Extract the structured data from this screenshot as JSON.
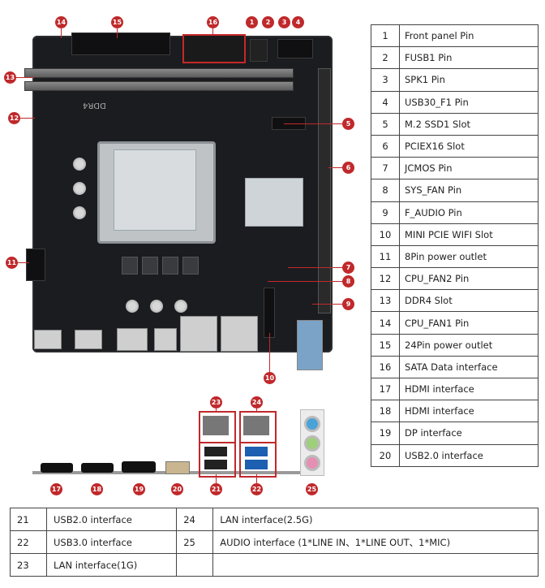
{
  "legend": [
    {
      "num": "1",
      "label": "Front panel Pin"
    },
    {
      "num": "2",
      "label": "FUSB1 Pin"
    },
    {
      "num": "3",
      "label": "SPK1 Pin"
    },
    {
      "num": "4",
      "label": "USB30_F1 Pin"
    },
    {
      "num": "5",
      "label": "M.2 SSD1 Slot"
    },
    {
      "num": "6",
      "label": "PCIEX16 Slot"
    },
    {
      "num": "7",
      "label": "JCMOS Pin"
    },
    {
      "num": "8",
      "label": "SYS_FAN Pin"
    },
    {
      "num": "9",
      "label": "F_AUDIO Pin"
    },
    {
      "num": "10",
      "label": "MINI PCIE WIFI Slot"
    },
    {
      "num": "11",
      "label": "8Pin power outlet"
    },
    {
      "num": "12",
      "label": "CPU_FAN2 Pin"
    },
    {
      "num": "13",
      "label": "DDR4 Slot"
    },
    {
      "num": "14",
      "label": "CPU_FAN1 Pin"
    },
    {
      "num": "15",
      "label": "24Pin power outlet"
    },
    {
      "num": "16",
      "label": "SATA Data interface"
    },
    {
      "num": "17",
      "label": "HDMI interface"
    },
    {
      "num": "18",
      "label": "HDMI interface"
    },
    {
      "num": "19",
      "label": "DP interface"
    },
    {
      "num": "20",
      "label": "USB2.0 interface"
    }
  ],
  "bottom_table": [
    {
      "num_a": "21",
      "label_a": "USB2.0 interface",
      "num_b": "24",
      "label_b": "LAN   interface(2.5G)"
    },
    {
      "num_a": "22",
      "label_a": "USB3.0 interface",
      "num_b": "25",
      "label_b": "AUDIO interface (1*LINE IN、1*LINE OUT、1*MIC)"
    },
    {
      "num_a": "23",
      "label_a": "LAN interface(1G)",
      "num_b": "",
      "label_b": ""
    }
  ],
  "board_silkscreen": "DDR4",
  "callouts": {
    "c1": "1",
    "c2": "2",
    "c3": "3",
    "c4": "4",
    "c5": "5",
    "c6": "6",
    "c7": "7",
    "c8": "8",
    "c9": "9",
    "c10": "10",
    "c11": "11",
    "c12": "12",
    "c13": "13",
    "c14": "14",
    "c15": "15",
    "c16": "16",
    "c17": "17",
    "c18": "18",
    "c19": "19",
    "c20": "20",
    "c21": "21",
    "c22": "22",
    "c23": "23",
    "c24": "24",
    "c25": "25"
  },
  "colors": {
    "callout": "#c0292b",
    "board": "#1b1c1f",
    "usb3": "#1d5fb0"
  }
}
